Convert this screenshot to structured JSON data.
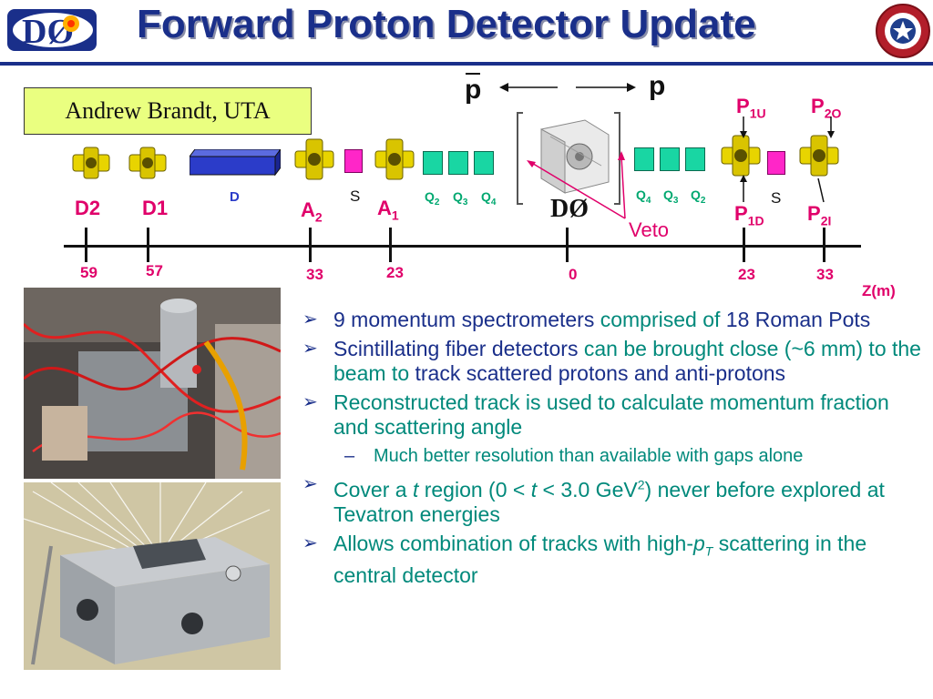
{
  "title": "Forward Proton Detector Update",
  "logo": {
    "text": "DØ"
  },
  "author": "Andrew Brandt, UTA",
  "beams": {
    "antiproton": "p",
    "proton": "p"
  },
  "diagram": {
    "left_dipoles": [
      {
        "name": "D2"
      },
      {
        "name": "D1"
      }
    ],
    "dipole_magnet_label": "D",
    "left_pots": [
      {
        "base": "A",
        "sub": "2"
      },
      {
        "base": "A",
        "sub": "1"
      }
    ],
    "separator_label": "S",
    "left_quads": [
      {
        "base": "Q",
        "sub": "2"
      },
      {
        "base": "Q",
        "sub": "3"
      },
      {
        "base": "Q",
        "sub": "4"
      }
    ],
    "right_quads": [
      {
        "base": "Q",
        "sub": "4"
      },
      {
        "base": "Q",
        "sub": "3"
      },
      {
        "base": "Q",
        "sub": "2"
      }
    ],
    "top_pots": [
      {
        "base": "P",
        "sub": "1U"
      },
      {
        "base": "P",
        "sub": "2O"
      }
    ],
    "bottom_pots": [
      {
        "base": "P",
        "sub": "1D"
      },
      {
        "base": "P",
        "sub": "2I"
      }
    ],
    "detector_label": "DØ",
    "veto_label": "Veto",
    "axis_ticks": [
      "59",
      "57",
      "33",
      "23",
      "0",
      "23",
      "33"
    ],
    "axis_label": "Z(m)",
    "colors": {
      "magenta": "#e0006a",
      "quad": "#19d6a3",
      "separator": "#ff26c8",
      "dipole": "#2b3cc9",
      "pot": "#e8d400"
    }
  },
  "bullets": {
    "b1": {
      "a": "9 momentum spectrometers ",
      "b": "comprised of",
      "c": " 18 Roman Pots"
    },
    "b2": {
      "a": "Scintillating fiber detectors ",
      "b": "can be brought close (~6 mm) to the beam to",
      "c": " track scattered protons and anti-protons"
    },
    "b3": {
      "a": "Reconstructed track is used to calculate momentum fraction and scattering angle"
    },
    "b3_sub": "Much better resolution than available with gaps alone",
    "b4": {
      "a": "Cover a ",
      "t1": "t",
      "b": " region (0 < ",
      "t2": "t",
      "c": " < 3.0 GeV",
      "sup": "2",
      "d": ") never before explored at Tevatron energies"
    },
    "b5": {
      "a": "Allows combination of tracks with high-",
      "p": "p",
      "T": "T",
      "b": " scattering in the central detector"
    }
  },
  "photos": {
    "top": "detector hardware photo",
    "bottom": "scintillating fiber block photo"
  }
}
